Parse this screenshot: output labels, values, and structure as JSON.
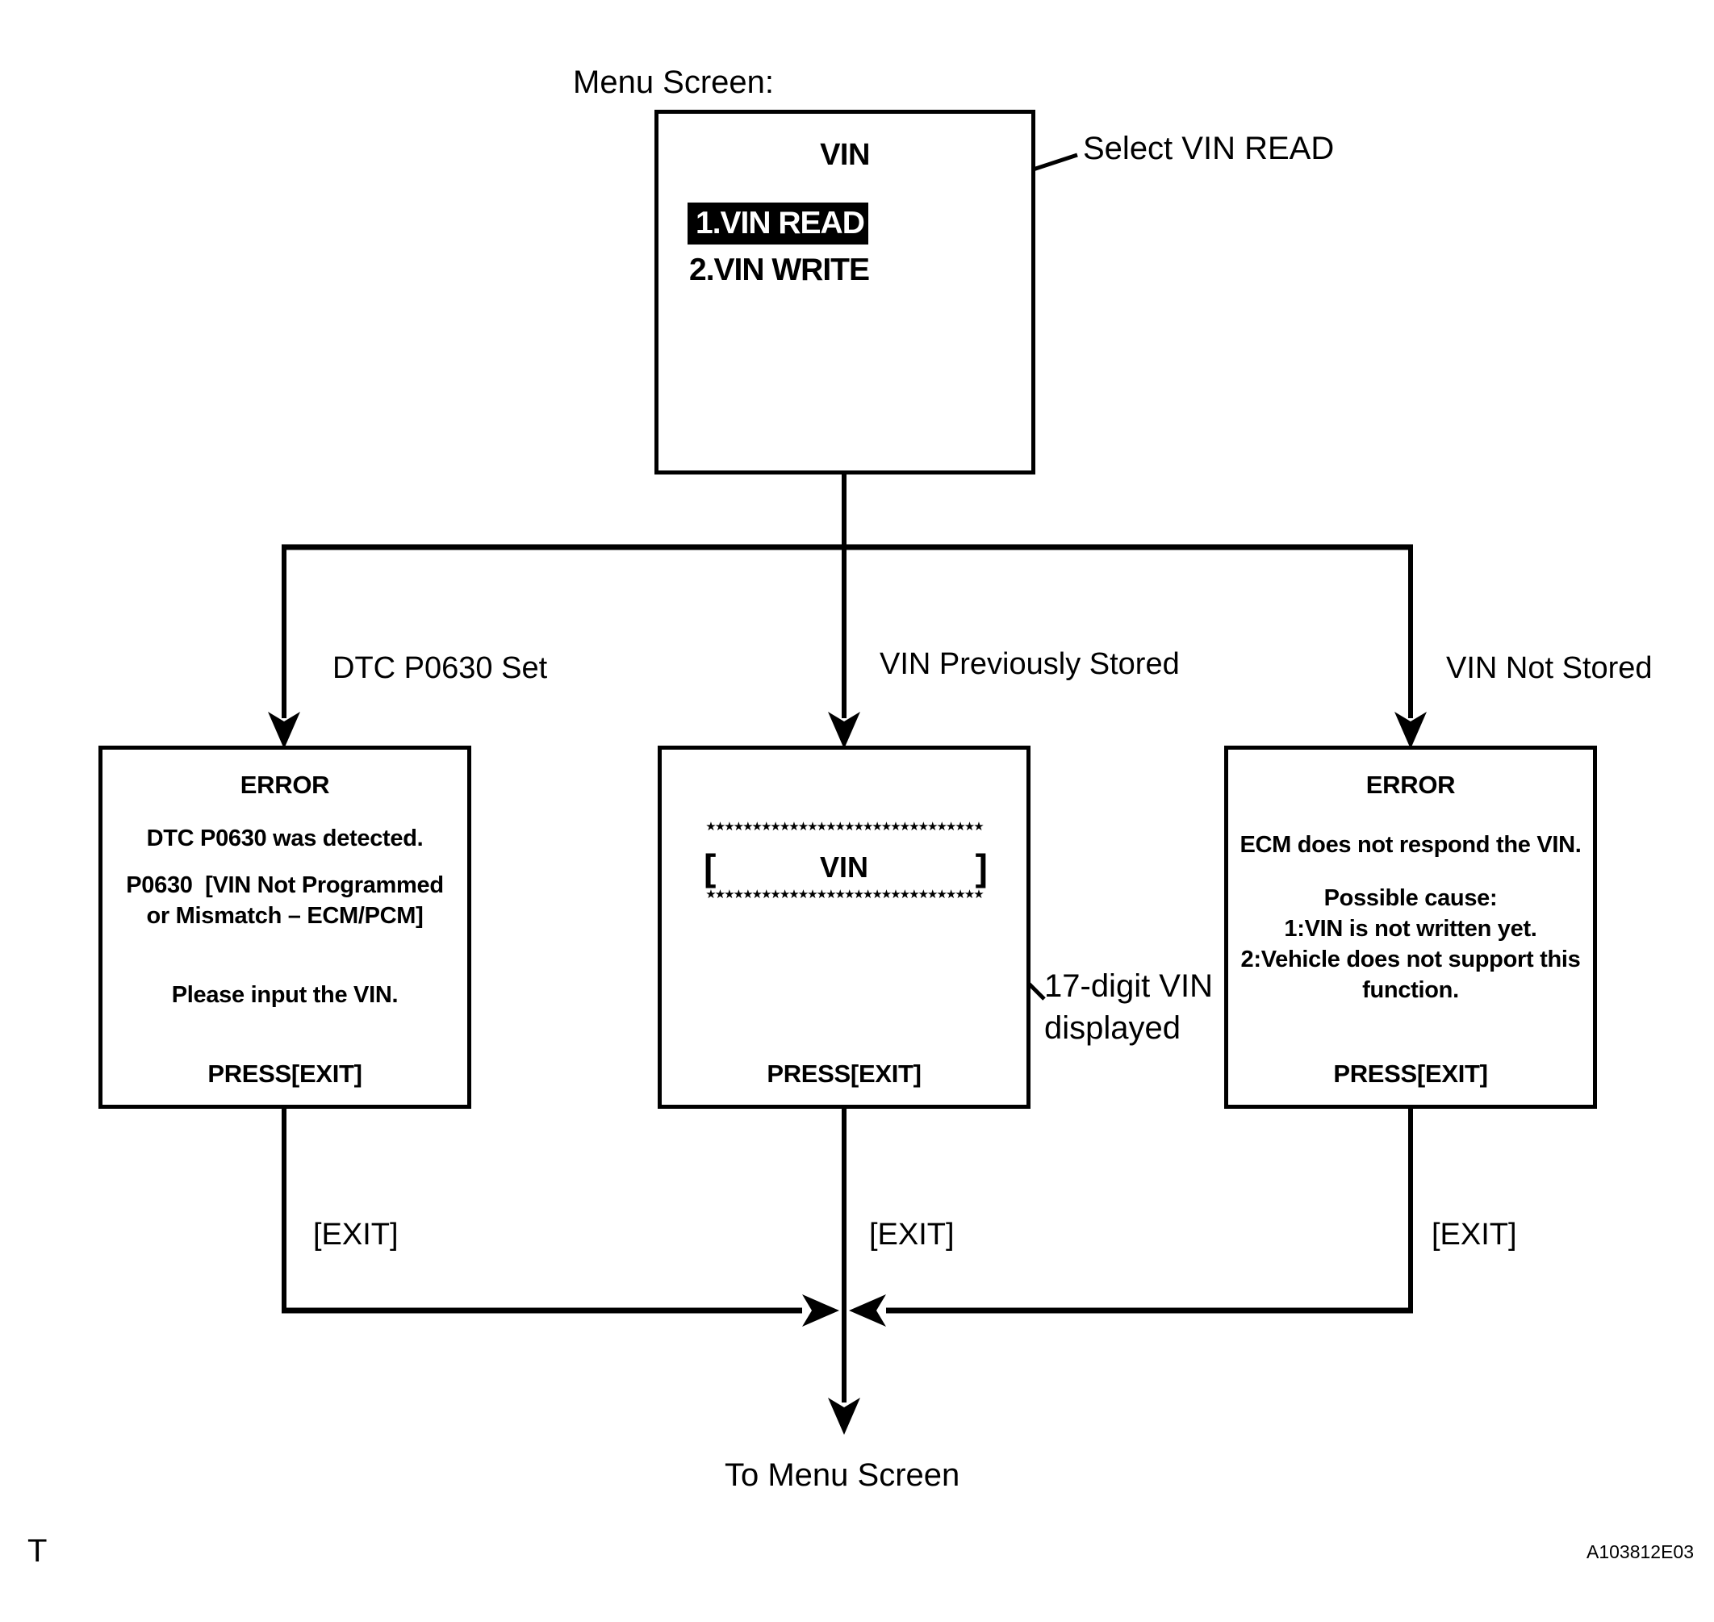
{
  "page": {
    "title_label": "Menu Screen:",
    "footer_note": "To Menu Screen",
    "page_marker": "T",
    "figure_code": "A103812E03"
  },
  "menu_box": {
    "title": "VIN",
    "item_selected": "1.VIN READ",
    "item_unselected": "2.VIN WRITE"
  },
  "callouts": {
    "select_vin_read": "Select VIN READ",
    "vin_17_line1": "17-digit VIN",
    "vin_17_line2": "displayed"
  },
  "branch_labels": {
    "dtc_set": "DTC P0630 Set",
    "previously_stored": "VIN Previously Stored",
    "not_stored": "VIN Not Stored"
  },
  "exit_labels": {
    "left": "[EXIT]",
    "middle": "[EXIT]",
    "right": "[EXIT]"
  },
  "error_dtc_box": {
    "heading": "ERROR",
    "line1": "DTC P0630 was detected.",
    "line2": "P0630  [VIN Not Programmed",
    "line3": "or Mismatch – ECM/PCM]",
    "line4": "Please input the VIN.",
    "press": "PRESS[EXIT]"
  },
  "vin_display_box": {
    "stars_top": "★★★★★★★★★★★★★★★★★★★★★★★★★★★★★★",
    "bracket_open": "[",
    "vin_label": "VIN",
    "bracket_close": "]",
    "stars_bottom": "★★★★★★★★★★★★★★★★★★★★★★★★★★★★★★",
    "press": "PRESS[EXIT]"
  },
  "error_ecm_box": {
    "heading": "ERROR",
    "line1": "ECM does not respond the VIN.",
    "line2": "Possible cause:",
    "line3": "1:VIN is not written yet.",
    "line4": "2:Vehicle does not support this",
    "line5": "function.",
    "press": "PRESS[EXIT]"
  }
}
